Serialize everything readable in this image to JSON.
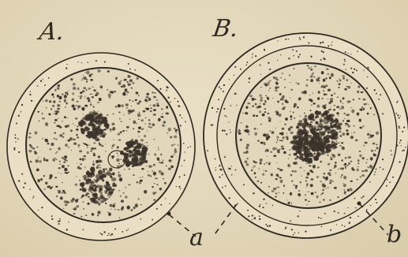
{
  "figure": {
    "labels": {
      "cell_a": "A.",
      "cell_b": "B.",
      "pointer_a": "a",
      "pointer_b": "b"
    },
    "colors": {
      "paper": "#e4d9bd",
      "ink": "#2f2a22",
      "stipple": "#3a332a"
    }
  }
}
